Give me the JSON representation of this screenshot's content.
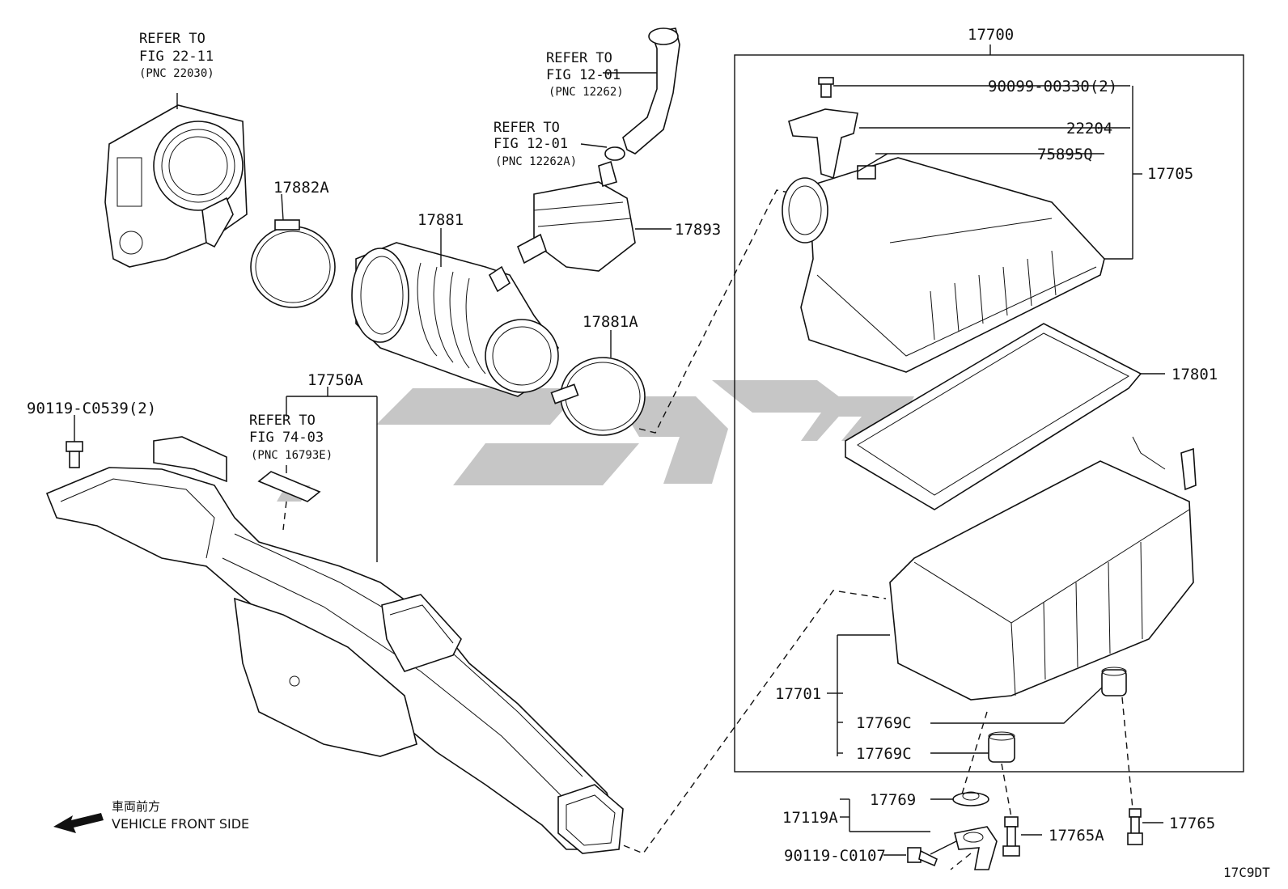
{
  "refs": {
    "throttle": {
      "l1": "REFER TO",
      "l2": "FIG 22-11",
      "l3": "(PNC 22030)"
    },
    "hose_top": {
      "l1": "REFER TO",
      "l2": "FIG 12-01",
      "l3": "(PNC 12262)"
    },
    "hose_clip": {
      "l1": "REFER TO",
      "l2": "FIG 12-01",
      "l3": "(PNC 12262A)"
    },
    "label_fig": {
      "l1": "REFER TO",
      "l2": "FIG 74-03",
      "l3": "(PNC 16793E)"
    }
  },
  "parts": {
    "p17700": "17700",
    "p90099": "90099-00330(2)",
    "p22204": "22204",
    "p75895Q": "75895Q",
    "p17705": "17705",
    "p17882A": "17882A",
    "p17881": "17881",
    "p17893": "17893",
    "p17881A": "17881A",
    "p17801": "17801",
    "p17750A": "17750A",
    "p90119a": "90119-C0539(2)",
    "p17701": "17701",
    "p17769C_1": "17769C",
    "p17769C_2": "17769C",
    "p17769": "17769",
    "p17119A": "17119A",
    "p90119b": "90119-C0107",
    "p17765A": "17765A",
    "p17765": "17765"
  },
  "direction": {
    "jp": "車両前方",
    "en": "VEHICLE FRONT SIDE"
  },
  "figure_code": "17C9DT"
}
